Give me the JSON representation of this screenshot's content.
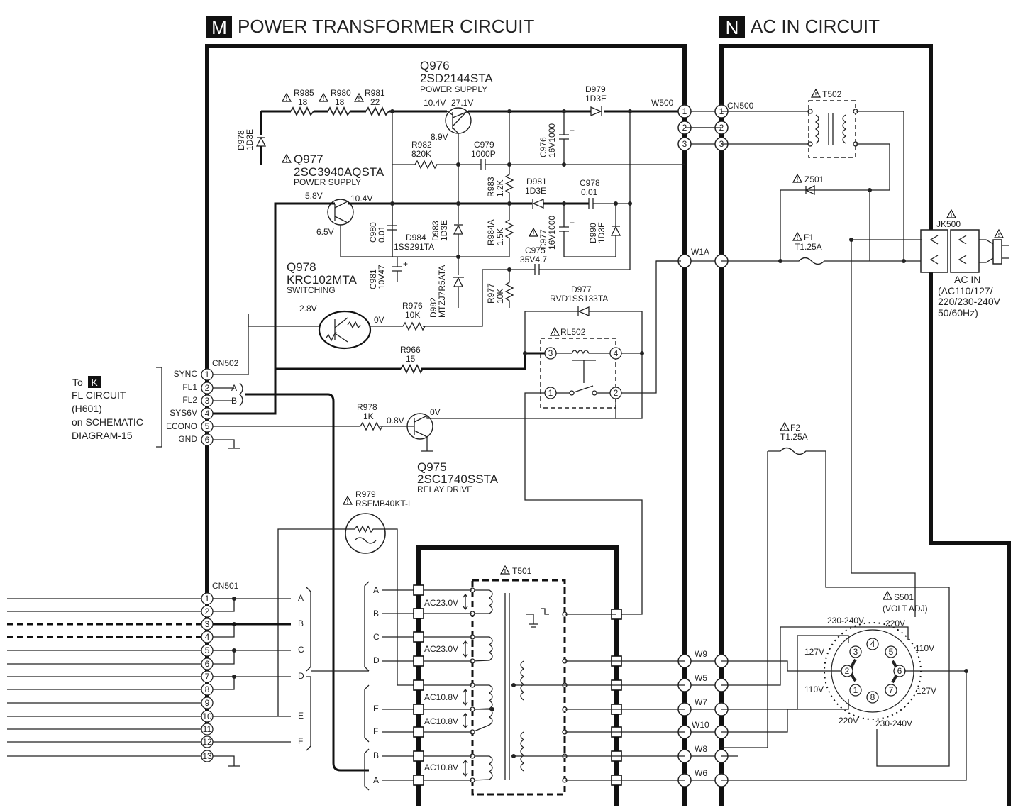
{
  "sections": {
    "m": {
      "letter": "M",
      "title": "POWER TRANSFORMER CIRCUIT"
    },
    "n": {
      "letter": "N",
      "title": "AC IN CIRCUIT"
    }
  },
  "transistors": {
    "q976": {
      "ref": "Q976",
      "part": "2SD2144STA",
      "func": "POWER SUPPLY",
      "v_c": "10.4V",
      "v_e": "27.1V",
      "v_b": "8.9V"
    },
    "q977": {
      "ref": "Q977",
      "part": "2SC3940AQSTA",
      "func": "POWER SUPPLY",
      "v_b": "5.8V",
      "v_c": "10.4V",
      "v_e": "6.5V"
    },
    "q978": {
      "ref": "Q978",
      "part": "KRC102MTA",
      "func": "SWITCHING",
      "v_in": "2.8V",
      "v_out": "0V"
    },
    "q975": {
      "ref": "Q975",
      "part": "2SC1740SSTA",
      "func": "RELAY DRIVE",
      "v_b": "0.8V",
      "v_c": "0V"
    }
  },
  "resistors": {
    "r985": {
      "ref": "R985",
      "val": "18"
    },
    "r980": {
      "ref": "R980",
      "val": "18"
    },
    "r981": {
      "ref": "R981",
      "val": "22"
    },
    "r982": {
      "ref": "R982",
      "val": "820K"
    },
    "r983": {
      "ref": "R983",
      "val": "1.2K"
    },
    "r984a": {
      "ref": "R984A",
      "val": "1.5K"
    },
    "r976": {
      "ref": "R976",
      "val": "10K"
    },
    "r977": {
      "ref": "R977",
      "val": "10K"
    },
    "r966": {
      "ref": "R966",
      "val": "15"
    },
    "r978": {
      "ref": "R978",
      "val": "1K"
    },
    "r979": {
      "ref": "R979",
      "val": "RSFMB40KT-L"
    }
  },
  "capacitors": {
    "c979": {
      "ref": "C979",
      "val": "1000P"
    },
    "c976": {
      "ref": "C976",
      "val": "16V1000"
    },
    "c978": {
      "ref": "C978",
      "val": "0.01"
    },
    "c977": {
      "ref": "C977",
      "val": "16V1000"
    },
    "c980": {
      "ref": "C980",
      "val": "0.01"
    },
    "c981": {
      "ref": "C981",
      "val": "10V47"
    },
    "c975": {
      "ref": "C975",
      "val": "35V4.7"
    }
  },
  "diodes": {
    "d978": {
      "ref": "D978",
      "val": "1D3E"
    },
    "d979": {
      "ref": "D979",
      "val": "1D3E"
    },
    "d981": {
      "ref": "D981",
      "val": "1D3E"
    },
    "d983": {
      "ref": "D983",
      "val": "1D3E"
    },
    "d984": {
      "ref": "D984",
      "val": "1SS291TA"
    },
    "d990": {
      "ref": "D990",
      "val": "1D3E"
    },
    "d982": {
      "ref": "D982",
      "val": "MTZJ7R5ATA"
    },
    "d977": {
      "ref": "D977",
      "val": "RVD1SS133TA"
    }
  },
  "connectors": {
    "w500": "W500",
    "cn500": "CN500",
    "w1a": "W1A",
    "cn502": "CN502",
    "cn501": "CN501",
    "w9": "W9",
    "w5": "W5",
    "w7": "W7",
    "w10": "W10",
    "w8": "W8",
    "w6": "W6"
  },
  "pins": [
    "1",
    "2",
    "3",
    "4",
    "5",
    "6",
    "7",
    "8",
    "9",
    "10",
    "11",
    "12",
    "13"
  ],
  "cn502_pins": [
    "SYNC",
    "FL1",
    "FL2",
    "SYS6V",
    "ECONO",
    "GND"
  ],
  "relay": {
    "ref": "RL502"
  },
  "t501": {
    "ref": "T501",
    "windings": [
      "AC23.0V",
      "AC23.0V",
      "AC10.8V",
      "AC10.8V",
      "AC10.8V"
    ]
  },
  "t502": {
    "ref": "T502"
  },
  "z501": {
    "ref": "Z501"
  },
  "fuses": {
    "f1": {
      "ref": "F1",
      "val": "T1.25A"
    },
    "f2": {
      "ref": "F2",
      "val": "T1.25A"
    }
  },
  "jk500": {
    "ref": "JK500",
    "label": "AC IN",
    "spec": [
      "(AC110/127/",
      "220/230-240V",
      "50/60Hz)"
    ]
  },
  "s501": {
    "ref": "S501",
    "func": "(VOLT ADJ)",
    "labels": [
      "230-240V",
      "220V",
      "127V",
      "110V",
      "110V",
      "127V",
      "220V",
      "230-240V"
    ]
  },
  "to_k": {
    "to": "To",
    "letter": "K",
    "lines": [
      "FL CIRCUIT",
      "(H601)",
      "on SCHEMATIC",
      "DIAGRAM-15"
    ]
  },
  "letters": [
    "A",
    "B",
    "C",
    "D",
    "E",
    "F"
  ]
}
